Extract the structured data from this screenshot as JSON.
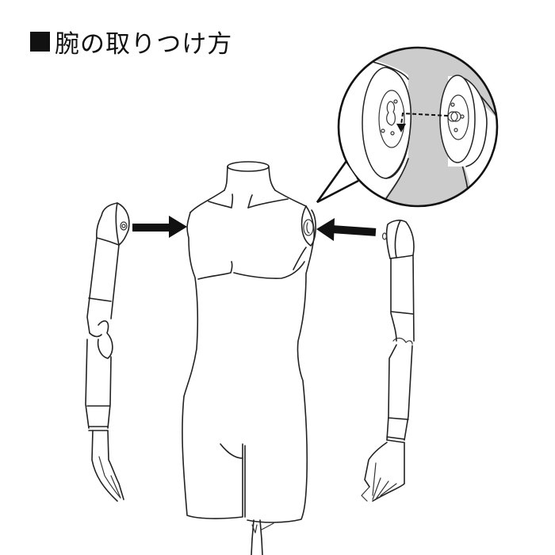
{
  "header": {
    "title": "腕の取りつけ方"
  },
  "diagram": {
    "subject": "mannequin-torso",
    "callout": "shoulder-joint-detail",
    "arrows": [
      "left-arm-to-torso",
      "right-arm-to-torso",
      "peg-to-keyhole"
    ],
    "colors": {
      "line": "#222222",
      "callout_fill": "#cccccc",
      "arrow": "#111111",
      "background": "#ffffff"
    }
  }
}
